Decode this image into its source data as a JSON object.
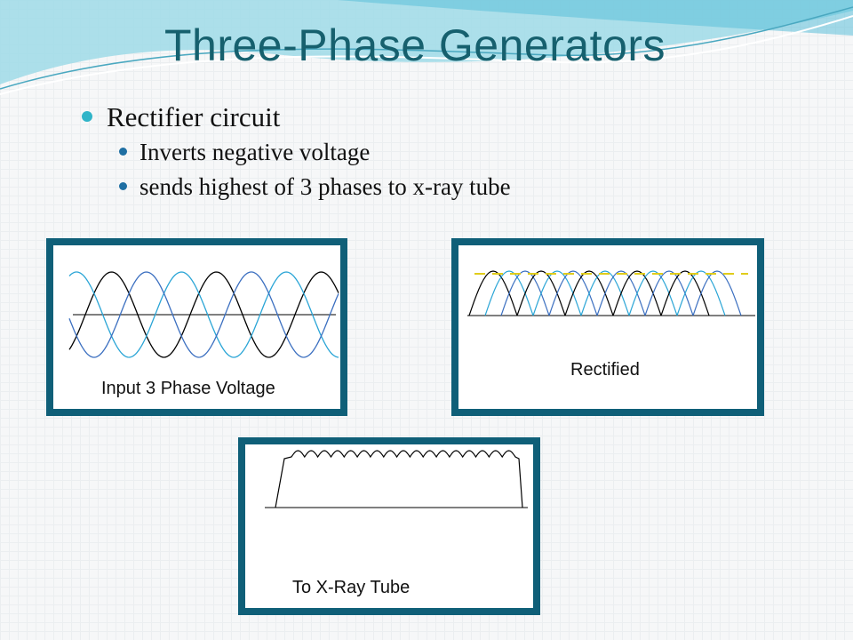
{
  "slide": {
    "title": "Three-Phase Generators",
    "bullets": [
      {
        "text": "Rectifier circuit",
        "sub": [
          "Inverts negative voltage",
          "sends highest of 3 phases to x-ray tube"
        ]
      }
    ]
  },
  "panels": {
    "input": {
      "caption": "Input 3 Phase Voltage"
    },
    "rectified": {
      "caption": "Rectified"
    },
    "tube": {
      "caption": "To X-Ray Tube"
    }
  },
  "colors": {
    "title": "#16606e",
    "panel_border": "#0f5f78",
    "phase_a": "#000000",
    "phase_b": "#2aa5d6",
    "phase_c": "#3b6fc0",
    "ripple_marker": "#e0cc1a",
    "bullet_main": "#2fb4c8",
    "bullet_sub": "#1f6fa3"
  }
}
